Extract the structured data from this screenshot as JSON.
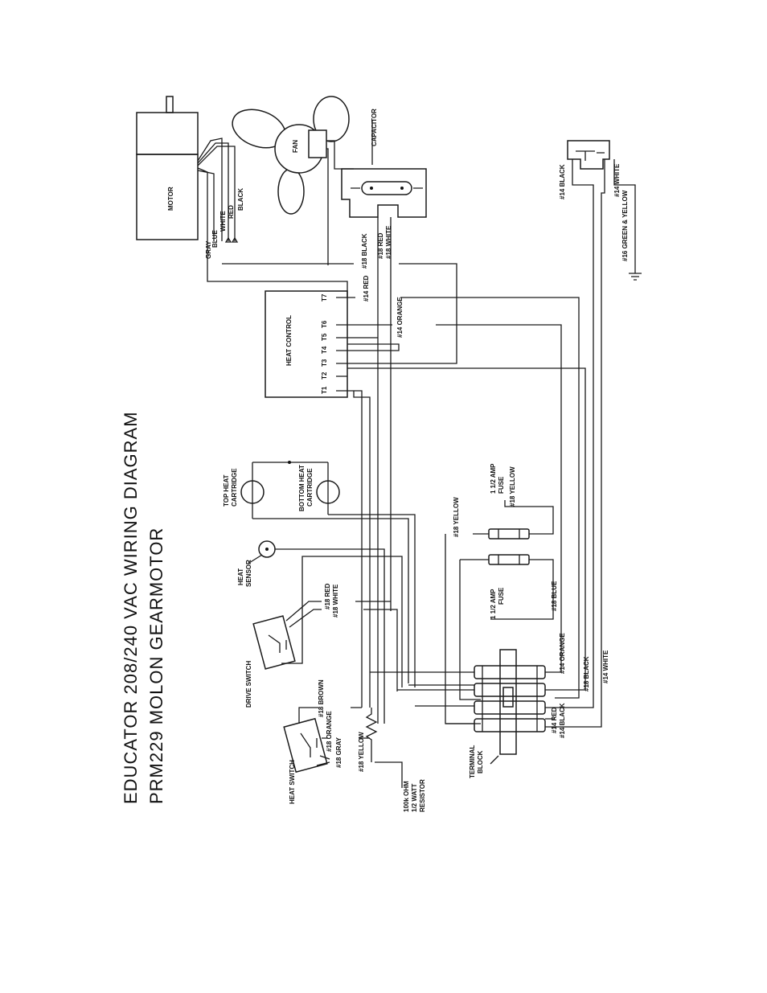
{
  "title": {
    "line1": "EDUCATOR 208/240 VAC WIRING DIAGRAM",
    "line2": "PRM229 MOLON GEARMOTOR"
  },
  "components": {
    "motor": "MOTOR",
    "fan": "FAN",
    "capacitor": "CAPACITOR",
    "heat_control": "HEAT CONTROL",
    "top_heat_cartridge_1": "TOP HEAT",
    "top_heat_cartridge_2": "CARTRIDGE",
    "bottom_heat_cartridge_1": "BOTTOM HEAT",
    "bottom_heat_cartridge_2": "CARTRIDGE",
    "heat_sensor_1": "HEAT",
    "heat_sensor_2": "SENSOR",
    "drive_switch": "DRIVE SWITCH",
    "heat_switch": "HEAT SWITCH",
    "resistor_1": "100k OHM",
    "resistor_2": "1/2 WATT",
    "resistor_3": "RESISTOR",
    "terminal_block_1": "TERMINAL",
    "terminal_block_2": "BLOCK",
    "fuse1_1": "1 1/2 AMP",
    "fuse1_2": "FUSE",
    "fuse2_1": "1 1/2 AMP",
    "fuse2_2": "FUSE"
  },
  "terminals": [
    "T1",
    "T2",
    "T3",
    "T4",
    "T5",
    "T6",
    "T7"
  ],
  "motor_leads": [
    "GRAY",
    "BLUE",
    "WHITE",
    "RED",
    "BLACK"
  ],
  "wires": {
    "black18_top": "#18 BLACK",
    "red18_cap": "#18 RED",
    "white18_cap": "#18 WHITE",
    "red14_t7": "#14 RED",
    "orange14_t6": "#14 ORANGE",
    "black14_plug": "#14 BLACK",
    "white14_plug": "#14 WHITE",
    "ground": "#16 GREEN & YELLOW",
    "yellow18_fuse1": "#18 YELLOW",
    "yellow18_fuse1b": "#18 YELLOW",
    "blue18_fuse2": "#18 BLUE",
    "red18_drive": "#18 RED",
    "white18_drive": "#18 WHITE",
    "orange14_tb": "#14 ORANGE",
    "black18_tb": "#18 BLACK",
    "white14_tb": "#14 WHITE",
    "red14_tb": "#14 RED",
    "black14_tb": "#14 BLACK",
    "brown18": "#18 BROWN",
    "orange18": "#18 ORANGE",
    "gray18": "#18 GRAY",
    "yellow18_hs": "#18 YELLOW"
  }
}
